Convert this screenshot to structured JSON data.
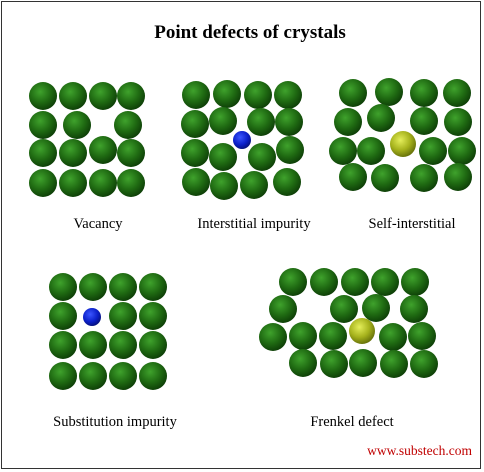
{
  "title": "Point defects of crystals",
  "panels": [
    {
      "id": "vacancy",
      "label": "Vacancy"
    },
    {
      "id": "interstitial-impurity",
      "label": "Interstitial impurity"
    },
    {
      "id": "self-interstitial",
      "label": "Self-interstitial"
    },
    {
      "id": "substitution-impurity",
      "label": "Substitution impurity"
    },
    {
      "id": "frenkel-defect",
      "label": "Frenkel defect"
    }
  ],
  "website": "www.substech.com",
  "colors": {
    "host_atom": "#1f6a12",
    "impurity_atom": "#0b1fc8",
    "self_interstitial_atom": "#a6b21c",
    "website_text": "#c00000",
    "border": "#333333"
  }
}
